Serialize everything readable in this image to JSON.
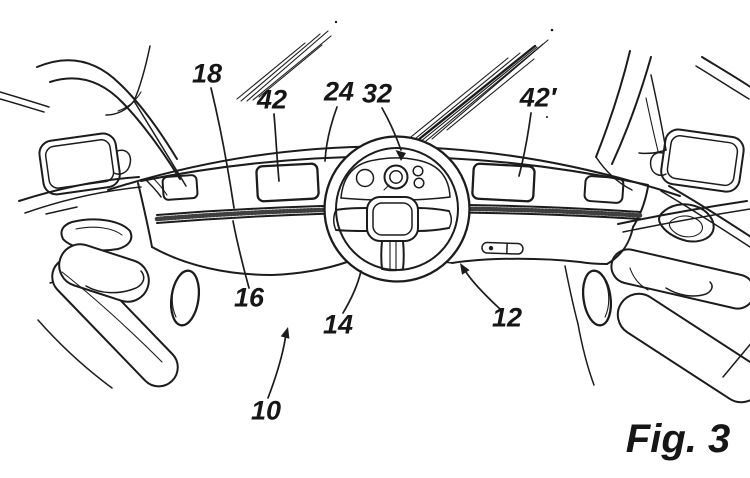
{
  "figure": {
    "caption": "Fig. 3",
    "ink_color": "#1c1c1c",
    "background_color": "#ffffff",
    "reference_numerals": {
      "n18": "18",
      "n42": "42",
      "n24": "24",
      "n32": "32",
      "n42p": "42′",
      "n16": "16",
      "n14": "14",
      "n12": "12",
      "n10": "10"
    }
  }
}
